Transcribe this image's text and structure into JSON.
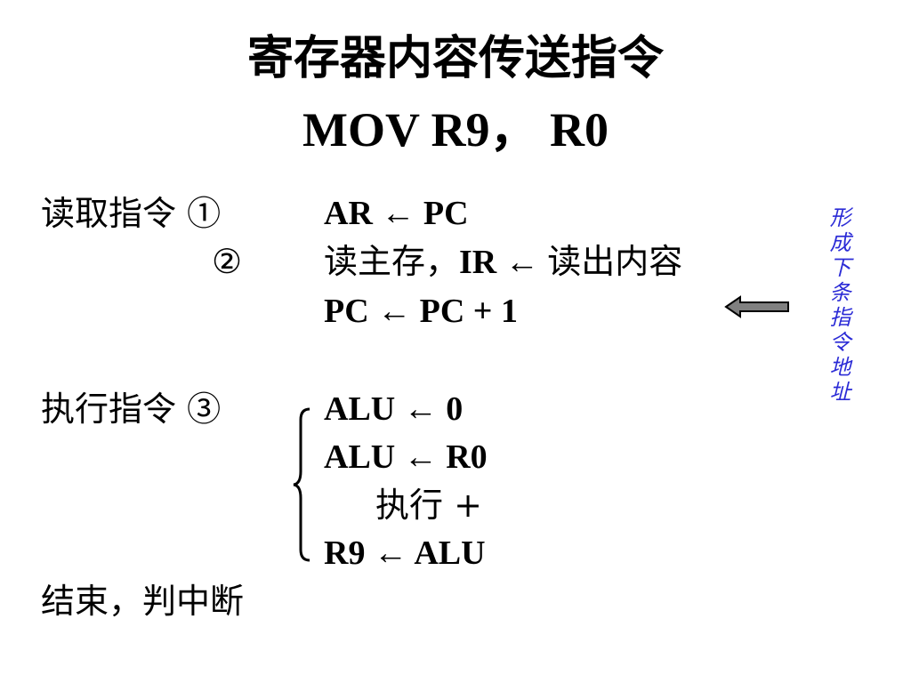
{
  "title": {
    "line1": "寄存器内容传送指令",
    "line2": "MOV   R9， R0"
  },
  "fetch": {
    "label": "读取指令 ①",
    "step2_marker": "②",
    "step1_op": "AR ← PC",
    "step2_op_a": "读主存，",
    "step2_op_b": "IR ← ",
    "step2_op_c": "读出内容",
    "step3_op": "PC ← PC + 1"
  },
  "execute": {
    "label": "执行指令 ③",
    "ops": [
      "ALU ← 0",
      "ALU ← R0",
      "执行 +",
      "R9 ← ALU"
    ]
  },
  "end": {
    "label": "结束，判中断"
  },
  "side_note": {
    "text": "形成下条指令地址"
  },
  "colors": {
    "side_note": "#2b2bd6",
    "arrow_fill": "#808080",
    "arrow_stroke": "#000000"
  }
}
